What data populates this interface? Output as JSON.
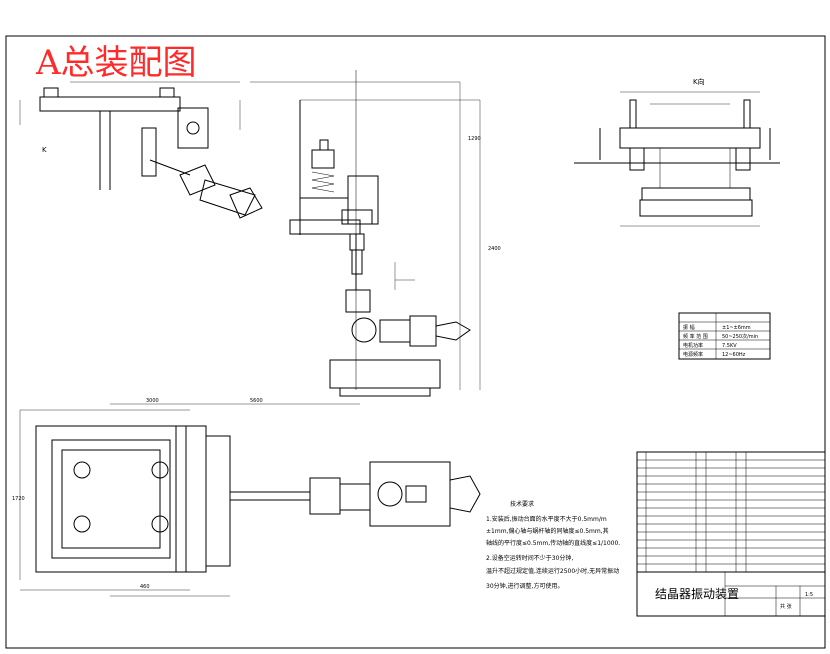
{
  "header": {
    "title": "A总装配图",
    "title_color": "#ff2a2a"
  },
  "views": {
    "k_arrow_label": "K",
    "k_view_label": "K向"
  },
  "spec_table": {
    "rows": [
      {
        "label": "振   幅",
        "value": "±1~±6mm"
      },
      {
        "label": "频 率 范 围",
        "value": "50~250次/min"
      },
      {
        "label": "电机功率",
        "value": "7.5KV"
      },
      {
        "label": "电源频率",
        "value": "12~60Hz"
      }
    ]
  },
  "notes": {
    "heading": "技术要求",
    "lines": [
      "1.安装后,振动台面的水平度不大于0.5mm/m",
      "±1mm,偏心轴与蜗杆轴的同轴度≤0.5mm,其",
      "轴线的平行度≤0.5mm,传动轴的直线度≤1/1000.",
      "2.设备空运转时间不少于30分钟,",
      "温升不超过规定值,连续运行2500小时,无异常振动",
      "30分钟,进行调整,方可使用。"
    ]
  },
  "title_block": {
    "drawing_name": "结晶器振动装置",
    "scale": "1:5",
    "sheet": "共 张"
  },
  "dimensions": {
    "d1": "1290",
    "d2": "2400",
    "d3": "3000",
    "d4": "5600",
    "d5": "1720",
    "d6": "460"
  }
}
